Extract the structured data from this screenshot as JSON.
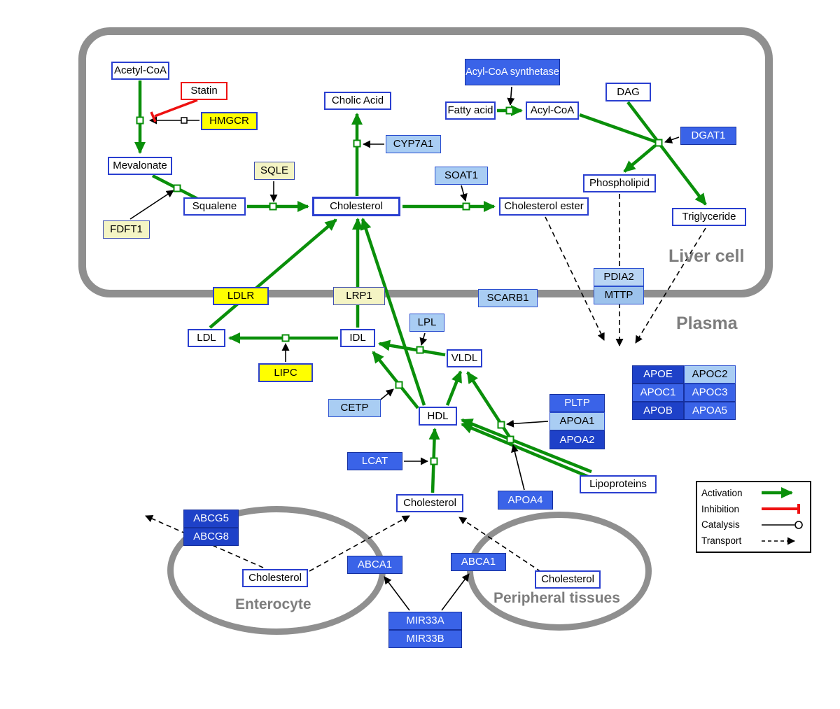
{
  "compartments": {
    "liver": {
      "label": "Liver cell"
    },
    "plasma": {
      "label": "Plasma"
    },
    "enterocyte": {
      "label": "Enterocyte"
    },
    "peripheral": {
      "label": "Peripheral tissues"
    }
  },
  "nodes": {
    "acetyl_coa": {
      "label": "Acetyl-CoA"
    },
    "statin": {
      "label": "Statin"
    },
    "hmgcr": {
      "label": "HMGCR"
    },
    "mevalonate": {
      "label": "Mevalonate"
    },
    "cholic_acid": {
      "label": "Cholic Acid"
    },
    "cyp7a1": {
      "label": "CYP7A1"
    },
    "sqle": {
      "label": "SQLE"
    },
    "fdft1": {
      "label": "FDFT1"
    },
    "squalene": {
      "label": "Squalene"
    },
    "cholesterol_liver": {
      "label": "Cholesterol"
    },
    "soat1": {
      "label": "SOAT1"
    },
    "cholesterol_ester": {
      "label": "Cholesterol ester"
    },
    "acyl_coa_synthetase": {
      "label": "Acyl-CoA synthetase"
    },
    "fatty_acid": {
      "label": "Fatty acid"
    },
    "acyl_coa": {
      "label": "Acyl-CoA"
    },
    "dag": {
      "label": "DAG"
    },
    "dgat1": {
      "label": "DGAT1"
    },
    "phospholipid": {
      "label": "Phospholipid"
    },
    "triglyceride": {
      "label": "Triglyceride"
    },
    "ldlr": {
      "label": "LDLR"
    },
    "lrp1": {
      "label": "LRP1"
    },
    "scarb1": {
      "label": "SCARB1"
    },
    "pdia2": {
      "label": "PDIA2"
    },
    "mttp": {
      "label": "MTTP"
    },
    "ldl": {
      "label": "LDL"
    },
    "idl": {
      "label": "IDL"
    },
    "vldl": {
      "label": "VLDL"
    },
    "lpl": {
      "label": "LPL"
    },
    "lipc": {
      "label": "LIPC"
    },
    "cetp": {
      "label": "CETP"
    },
    "hdl": {
      "label": "HDL"
    },
    "pltp": {
      "label": "PLTP"
    },
    "apoa1": {
      "label": "APOA1"
    },
    "apoa2": {
      "label": "APOA2"
    },
    "lcat": {
      "label": "LCAT"
    },
    "apoa4": {
      "label": "APOA4"
    },
    "lipoproteins": {
      "label": "Lipoproteins"
    },
    "apoe": {
      "label": "APOE"
    },
    "apoc2": {
      "label": "APOC2"
    },
    "apoc1": {
      "label": "APOC1"
    },
    "apoc3": {
      "label": "APOC3"
    },
    "apob": {
      "label": "APOB"
    },
    "apoa5": {
      "label": "APOA5"
    },
    "cholesterol_plasma": {
      "label": "Cholesterol"
    },
    "abcg5": {
      "label": "ABCG5"
    },
    "abcg8": {
      "label": "ABCG8"
    },
    "abca1_enterocyte": {
      "label": "ABCA1"
    },
    "abca1_peripheral": {
      "label": "ABCA1"
    },
    "cholesterol_enterocyte": {
      "label": "Cholesterol"
    },
    "cholesterol_peripheral": {
      "label": "Cholesterol"
    },
    "mir33a": {
      "label": "MIR33A"
    },
    "mir33b": {
      "label": "MIR33B"
    }
  },
  "legend": {
    "activation": "Activation",
    "inhibition": "Inhibition",
    "catalysis": "Catalysis",
    "transport": "Transport"
  },
  "colors": {
    "activation_green": "#0a8f0a",
    "inhibition_red": "#ee1111",
    "membrane_gray": "#8f8f8f",
    "metabolite_border_blue": "#2a3fd0",
    "gene_yellow": "#ffff00",
    "gene_pale_yellow": "#f4f4c4",
    "gene_light_blue": "#a9cdf3",
    "gene_blue": "#3a63e8",
    "gene_dark_blue": "#1e41c8"
  }
}
